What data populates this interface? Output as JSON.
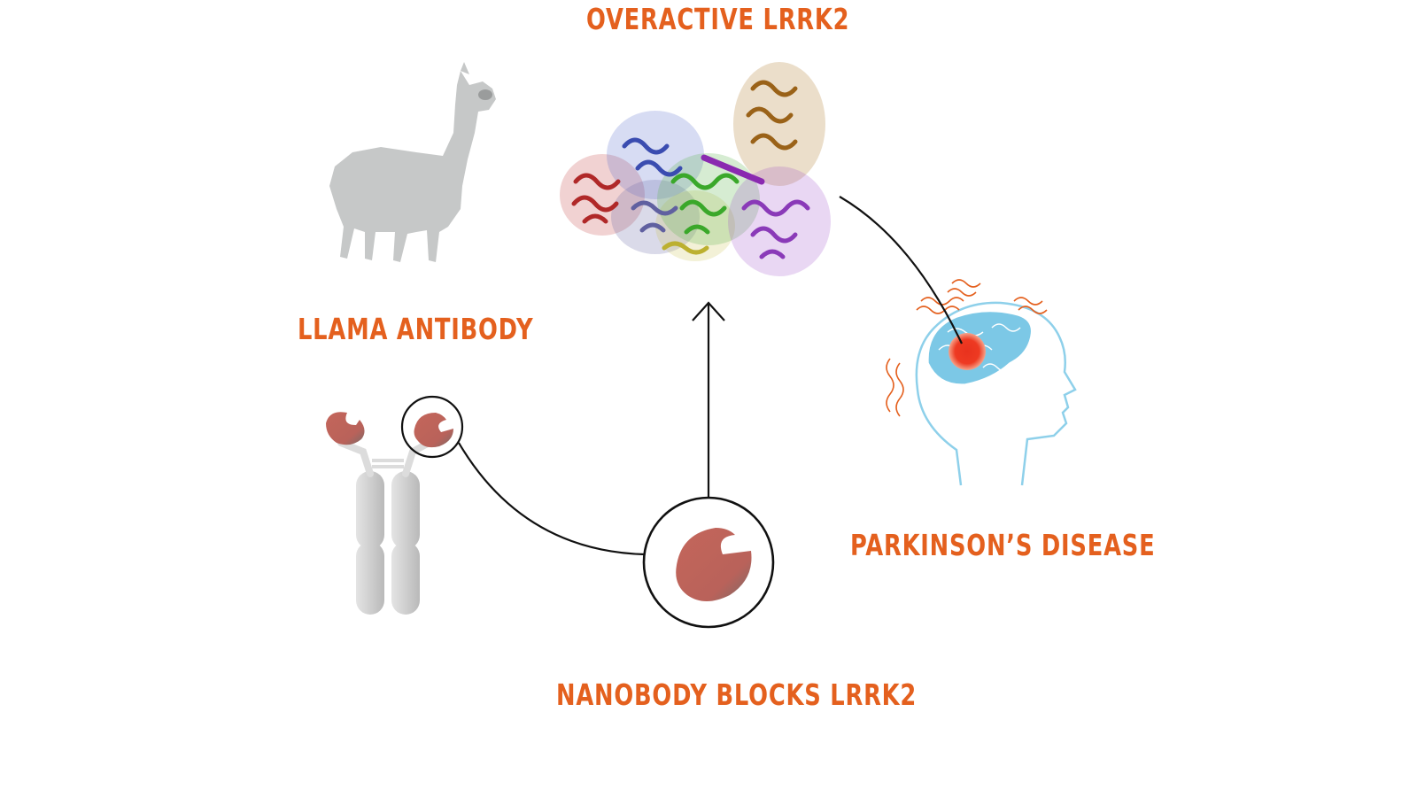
{
  "labels": {
    "overactive": "OVERACTIVE LRRK2",
    "llama": "LLAMA ANTIBODY",
    "parkinsons": "PARKINSON’S DISEASE",
    "nanobody": "NANOBODY BLOCKS LRRK2"
  },
  "colors": {
    "label": "#e4601e",
    "llama": "#c6c8c8",
    "antibody_tip": "#c0645a",
    "brain": "#7cc8e6",
    "head_outline": "#8ed0ea",
    "hotspot": "#e8321e",
    "tremor_lines": "#e4601e",
    "connector": "#111111"
  },
  "icons": {
    "llama": "llama-silhouette-icon",
    "protein": "lrrk2-protein-structure-icon",
    "head": "head-with-brain-icon",
    "antibody": "y-shaped-antibody-icon",
    "nanobody": "nanobody-fragment-icon"
  }
}
